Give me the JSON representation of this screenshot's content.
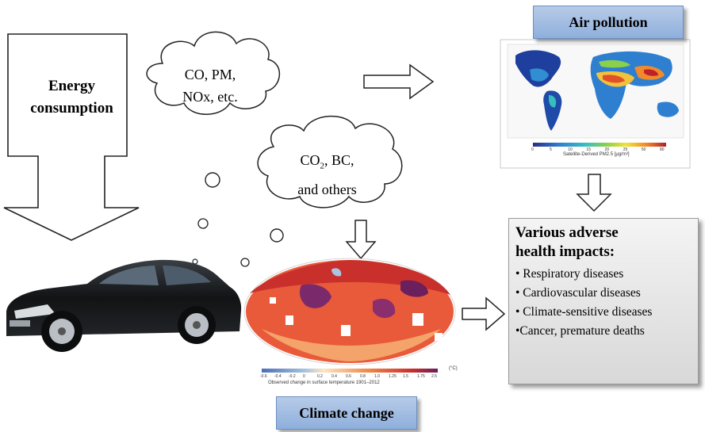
{
  "energy": {
    "title_line1": "Energy",
    "title_line2": "consumption"
  },
  "cloud1": {
    "line1": "CO, PM,",
    "line2": "NOx, etc."
  },
  "cloud2": {
    "line1_prefix": "CO",
    "line1_sub": "2",
    "line1_suffix": ", BC,",
    "line2": "and others"
  },
  "air_pollution": {
    "label": "Air pollution",
    "colorbar_ticks": [
      "0",
      "5",
      "10",
      "15",
      "20",
      "25",
      "50",
      "80"
    ],
    "caption": "Satellite-Derived PM2.5 [μg/m³]"
  },
  "climate_change": {
    "label": "Climate change",
    "colorbar_ticks": [
      "-0.6",
      "-0.4",
      "-0.2",
      "0",
      "0.2",
      "0.4",
      "0.6",
      "0.8",
      "1.0",
      "1.25",
      "1.5",
      "1.75",
      "2.5"
    ],
    "unit": "(°C)",
    "caption": "Observed change in surface temperature 1901–2012"
  },
  "health": {
    "title_line1": "Various adverse",
    "title_line2": "health impacts:",
    "items": [
      "• Respiratory diseases",
      "• Cardiovascular diseases",
      "• Climate-sensitive diseases",
      "•Cancer, premature deaths"
    ]
  },
  "colors": {
    "label_box": "#9db8e0",
    "health_box": "#e6e6e6",
    "car": "#15181a"
  }
}
